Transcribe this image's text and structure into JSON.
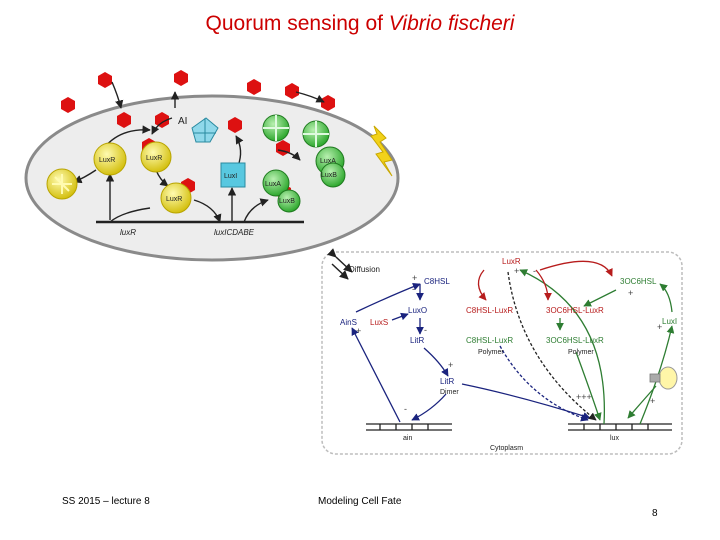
{
  "title": {
    "main": "Quorum sensing of ",
    "species": "Vibrio fischeri"
  },
  "cell_diagram": {
    "ai_label": "AI",
    "luxR_protein": "LuxR",
    "luxI_protein": "LuxI",
    "luxA_protein": "LuxA",
    "luxB_protein": "LuxB",
    "luxR_gene": "luxR",
    "luxICDABE_gene": "luxICDABE"
  },
  "network_diagram": {
    "diffusion": "Diffusion",
    "c8hsl": "C8HSL",
    "luxR_top": "LuxR",
    "oc6hsl": "3OC6HSL",
    "ains": "AinS",
    "luxs": "LuxS",
    "luxo": "LuxO",
    "c8hsl_luxr": "C8HSL-LuxR",
    "oc6hsl_luxr": "3OC6HSL-LuxR",
    "luxi": "LuxI",
    "litr": "LitR",
    "c8hsl_luxr_poly": "C8HSL-LuxR",
    "oc6hsl_luxr_poly": "3OC6HSL-LuxR",
    "polymer_a": "Polymer",
    "polymer_b": "Polymer",
    "litr_dimer": "LitR",
    "dimer": "Dimer",
    "ain_gene": "ain",
    "lux_gene": "lux",
    "cytoplasm": "Cytoplasm"
  },
  "footer": {
    "left": "SS 2015 – lecture 8",
    "center": "Modeling Cell Fate",
    "page": "8"
  },
  "colors": {
    "title": "#cc0000",
    "autoinducer": "#dd1111",
    "luxR_yellow": "#e6d21c",
    "luxI_cyan": "#58c8e0",
    "luxAB_green": "#3cb83c",
    "network_green": "#2e7d32",
    "network_red": "#b71c1c",
    "network_navy": "#1a237e"
  }
}
